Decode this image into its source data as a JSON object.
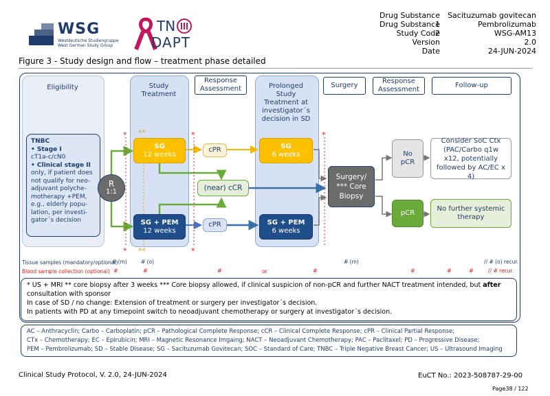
{
  "header": {
    "logo_text": "WSG",
    "logo_sub1": "Westdeutsche Studiengruppe",
    "logo_sub2": "West German Study Group",
    "tn_logo_line1": "TN",
    "tn_logo_line2": "DAPT",
    "meta": [
      {
        "key": "Drug Substance 1",
        "value": "Sacituzumab govitecan"
      },
      {
        "key": "Drug Substance 2",
        "value": "Pembrolizumab"
      },
      {
        "key": "Study Code",
        "value": "WSG-AM13"
      },
      {
        "key": "Version",
        "value": "2.0"
      },
      {
        "key": "Date",
        "value": "24-JUN-2024"
      }
    ]
  },
  "figure_title": "Figure 3 - Study design and flow – treatment phase detailed",
  "diagram": {
    "columns": {
      "eligibility": "Eligibility",
      "study_treatment": "Study Treatment",
      "response1": "Response Assessment",
      "prolonged": "Prolonged Study Treatment at investigator´s decision in SD",
      "surgery": "Surgery",
      "response2": "Response Assessment",
      "followup": "Follow-up"
    },
    "eligibility_box": {
      "title": "TNBC",
      "l1": "•  Stage I",
      "l2": "cT1a-c/cN0",
      "l3": "• Clinical stage II",
      "l4": "only, if patient does not qualify for neo-adjuvant polyche-motherapy +PEM, e.g., elderly popu-lation, per investi-gator´s decision"
    },
    "randomization": {
      "r": "R",
      "ratio": "1:1"
    },
    "arm1": {
      "name": "SG",
      "weeks": "12 weeks"
    },
    "arm2": {
      "name": "SG + PEM",
      "weeks": "12 weeks"
    },
    "cpr1": "cPR",
    "ccr": "(near) cCR",
    "cpr2": "cPR",
    "prolonged1": {
      "name": "SG",
      "weeks": "6 weeks"
    },
    "prolonged2": {
      "name": "SG + PEM",
      "weeks": "6 weeks"
    },
    "surgery_box": "Surgery/ *** Core Biopsy",
    "no_pcr": "No pCR",
    "pcr": "pCR",
    "soc": "Consider SoC Ctx (PAC/Carbo q1w x12, potentially followed by AC/EC x 4)",
    "no_further": "No further systemic therapy",
    "stars_red": "*",
    "stars_orange": "**",
    "tissue_label": "Tissue samples (mandatory/optional)",
    "tissue_m1": "# (m)",
    "tissue_o": "# (o)",
    "tissue_m2": "# (m)",
    "tissue_recur": "// # (o) recur.",
    "blood_label": "Blood sample collection (optional)",
    "hash": "#",
    "or": "or",
    "blood_recur": "// # recur."
  },
  "notes": {
    "l1a": "* US + MRI      ** core biopsy after 3 weeks      *** Core biopsy allowed, if clinical suspicion of non-pCR and further NACT treatment intended, but ",
    "l1b": "after",
    "l2": "consultation with sponsor",
    "l3": "In case of SD / no change: Extension of treatment or surgery per investigator´s decision.",
    "l4": "In patients with PD at any timepoint switch to neoadjuvant chemotherapy or surgery at investigator´s decision."
  },
  "abbreviations": {
    "l1": "AC – Anthracyclin;  Carbo – Carboplatin;  pCR – Pathological Complete Response;  cCR – Clinical  Complete Response;  cPR – Clinical Partial Response;",
    "l2": "CTx – Chemotherapy;  EC – Epirubicin;  MRI – Magnetic Resonance Imgaing;  NACT – Neoadjuvant Chemotherapy;  PAC – Paclitaxel;  PD – Progressive Disease;",
    "l3": "PEM – Pembrolizumab;  SD – Stable Disease;  SG – Sacituzumab Govitecan;  SOC – Standard of Care;  TNBC – Triple Negative Breast Cancer;  US – Ultrasound Imaging"
  },
  "footer": {
    "left": "Clinical Study Protocol, V. 2.0, 24-JUN-2024",
    "right": "EuCT No.: 2023-508787-29-00",
    "page": "Page38 / 122"
  }
}
